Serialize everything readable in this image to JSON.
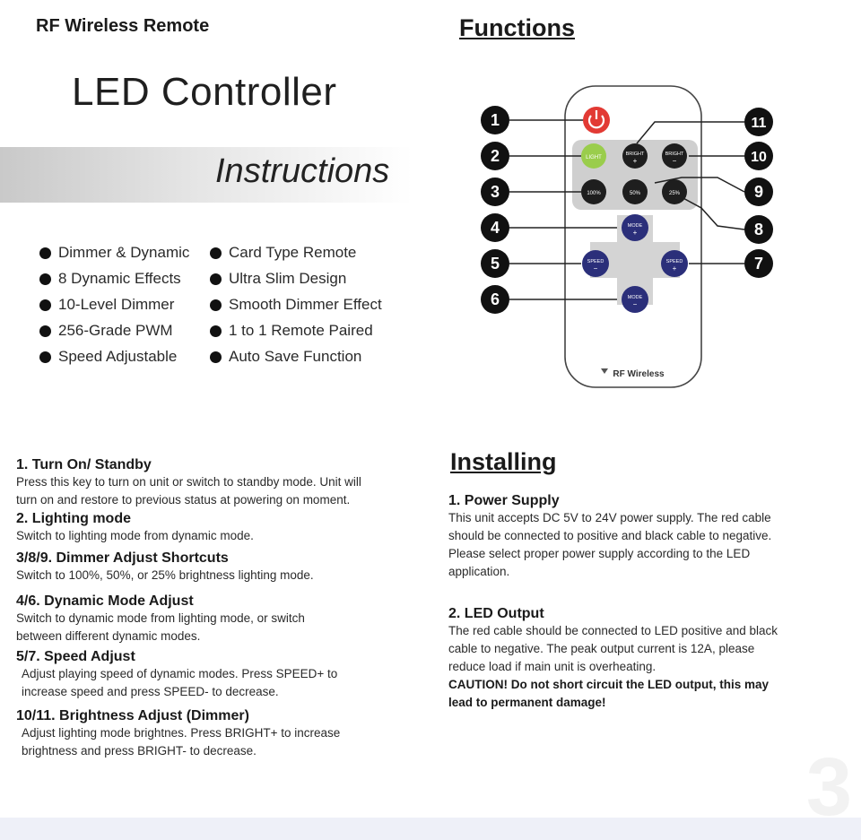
{
  "header": {
    "top_label": "RF Wireless Remote",
    "main_title": "LED Controller",
    "instructions_title": "Instructions"
  },
  "features": [
    "Dimmer & Dynamic",
    "Card Type Remote",
    "8 Dynamic Effects",
    "Ultra Slim Design",
    "10-Level Dimmer",
    "Smooth Dimmer Effect",
    "256-Grade PWM",
    "1 to 1 Remote Paired",
    "Speed Adjustable",
    "Auto Save Function"
  ],
  "functions": {
    "title": "Functions",
    "callouts": [
      "1",
      "2",
      "3",
      "4",
      "5",
      "6",
      "7",
      "8",
      "9",
      "10",
      "11"
    ],
    "buttons": {
      "light": "LIGHT",
      "bright": "BRIGHT",
      "plus": "+",
      "minus": "−",
      "p100": "100%",
      "p50": "50%",
      "p25": "25%",
      "mode": "MODE",
      "speed": "SPEED"
    },
    "brand": "RF Wireless"
  },
  "usage": [
    {
      "title": "1. Turn On/ Standby",
      "body": [
        "Press this key to turn on unit or switch to standby mode. Unit will",
        "turn on and restore to previous status at powering on moment."
      ]
    },
    {
      "title": "2. Lighting mode",
      "body": [
        "Switch to lighting  mode from dynamic mode."
      ]
    },
    {
      "title": "3/8/9. Dimmer Adjust Shortcuts",
      "body": [
        "Switch to 100%, 50%, or 25%  brightness lighting mode."
      ]
    },
    {
      "title": "4/6. Dynamic Mode Adjust",
      "body": [
        "Switch to dynamic mode from lighting mode, or switch",
        "between different dynamic modes."
      ]
    },
    {
      "title": "5/7. Speed Adjust",
      "body": [
        "Adjust playing speed of dynamic modes. Press SPEED+ to",
        "increase speed and press SPEED- to decrease."
      ]
    },
    {
      "title": "10/11. Brightness Adjust (Dimmer)",
      "body": [
        "Adjust lighting mode brightnes. Press BRIGHT+ to increase",
        "brightness and press BRIGHT- to decrease."
      ]
    }
  ],
  "installing": {
    "title": "Installing",
    "power_title": "1. Power Supply",
    "power_body": [
      "This unit accepts DC 5V to 24V power supply. The red cable",
      "should be connected to positive and black cable to negative.",
      "Please select proper power supply according to the LED",
      "application."
    ],
    "led_title": "2. LED Output",
    "led_body": [
      "The red cable should be connected to LED positive and black",
      "cable to negative. The peak output current is 12A, please",
      "reduce load if main unit is overheating."
    ],
    "caution": [
      "CAUTION!  Do not short circuit the LED output, this may",
      "lead to permanent damage!"
    ]
  },
  "page_number": "3"
}
